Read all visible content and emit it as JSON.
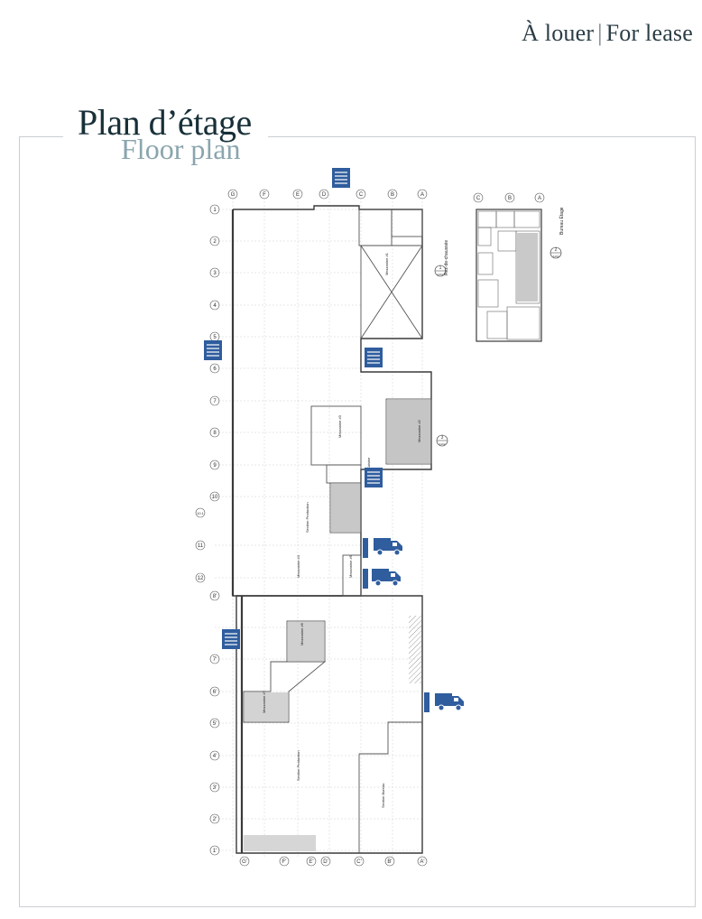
{
  "header": {
    "a_louer": "À louer",
    "separator": "|",
    "for_lease": "For lease"
  },
  "title": {
    "fr": "Plan d’étage",
    "en": "Floor plan"
  },
  "plan": {
    "col_labels_top": [
      "G",
      "F",
      "E",
      "D",
      "C",
      "B",
      "A"
    ],
    "col_labels_bottom": [
      "G'",
      "F'",
      "E'",
      "D'",
      "C'",
      "B'",
      "A'"
    ],
    "col_labels_inset": [
      "C",
      "B",
      "A"
    ],
    "row_labels_left": [
      "1",
      "2",
      "3",
      "4",
      "5",
      "6",
      "7",
      "8",
      "9",
      "10",
      "10.1",
      "11",
      "12",
      "8'",
      "7'",
      "6'",
      "5'",
      "4'",
      "3'",
      "2'",
      "1'"
    ],
    "rooms": {
      "mezzanine_1": "Mezzanine #1",
      "mezzanine_2": "Mezzanine #2",
      "mezzanine_3": "Mezzanine #3",
      "mezzanine_4": "Mezzanine #4",
      "mezzanine_5": "Mezzanine #5",
      "mezzanine_6": "Mezzanine #6",
      "mezzanine_7": "Mezzanine #7",
      "section_production_1": "Section Production",
      "section_production_2": "Section Production",
      "section_bureau": "Section Bureau",
      "bureau_etage": "Bureau Étage",
      "rez_de_chaussee": "Rez-de-chaussée",
      "cuisine": "Cuisine"
    },
    "section_tags": [
      "1",
      "2",
      "3"
    ],
    "sheet_ref": "A102"
  },
  "icons": [
    "truck-icon",
    "truck-icon",
    "truck-icon",
    "truck-icon",
    "dock-door-icon"
  ]
}
